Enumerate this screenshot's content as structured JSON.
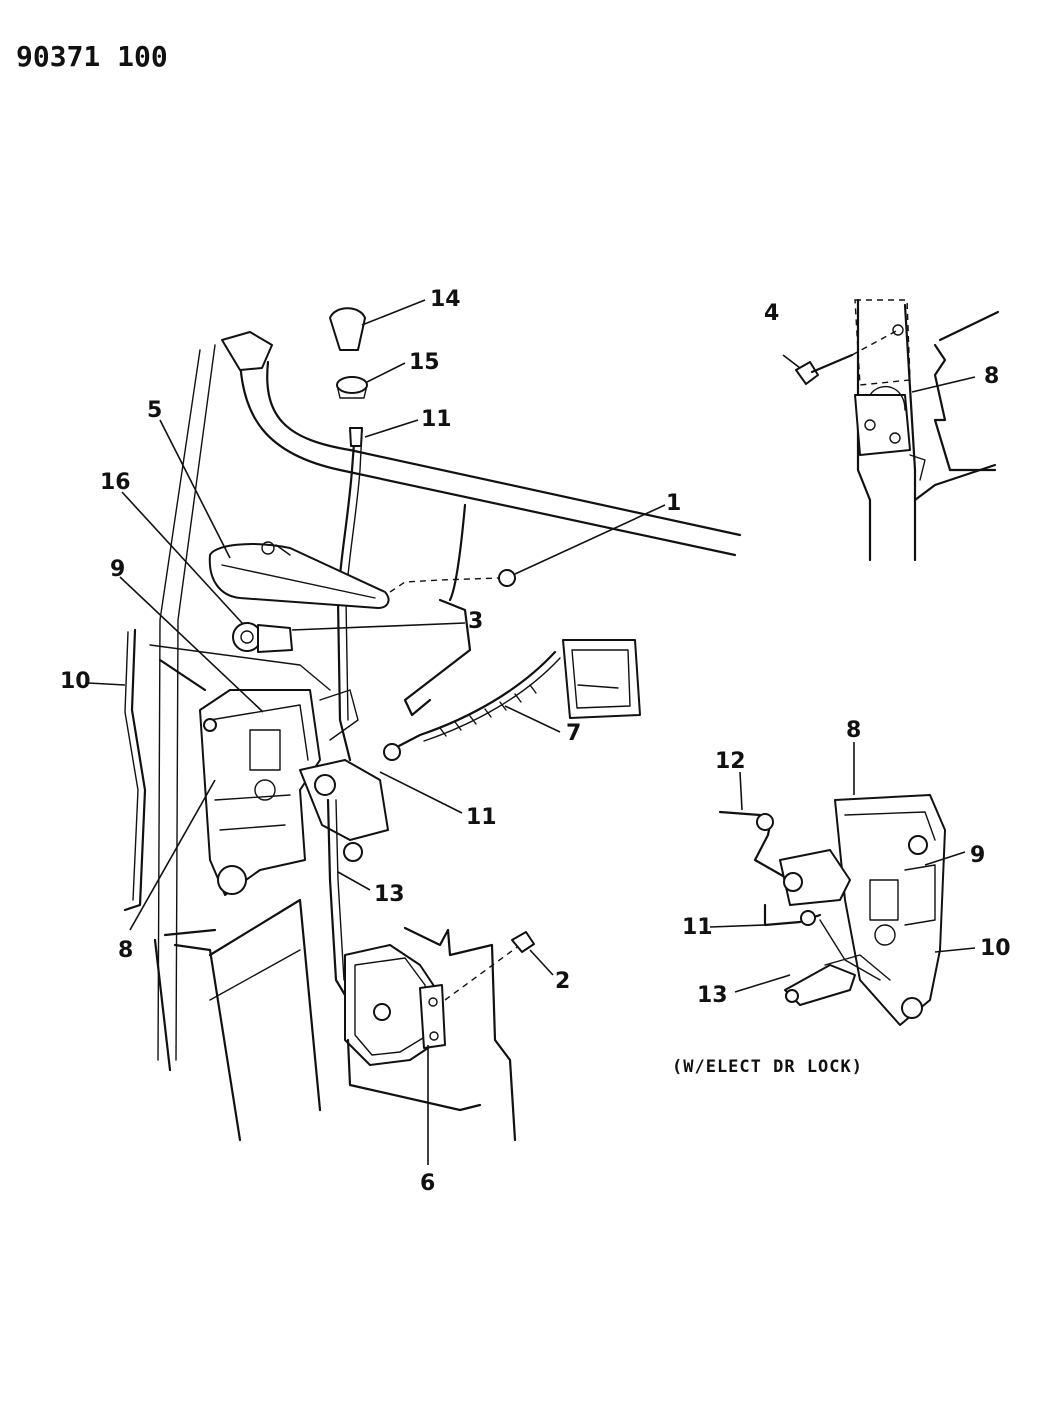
{
  "document": {
    "code": "90371 100",
    "note": "(W/ELECT DR LOCK)"
  },
  "callouts": {
    "c1": "1",
    "c2": "2",
    "c3": "3",
    "c4": "4",
    "c5": "5",
    "c6": "6",
    "c7": "7",
    "c8_detail": "8",
    "c8_main": "8",
    "c8_elect": "8",
    "c9_main": "9",
    "c9_elect": "9",
    "c10_main": "10",
    "c10_elect": "10",
    "c11_top": "11",
    "c11_main": "11",
    "c11_elect": "11",
    "c12": "12",
    "c13_main": "13",
    "c13_elect": "13",
    "c14": "14",
    "c15": "15",
    "c16": "16"
  }
}
